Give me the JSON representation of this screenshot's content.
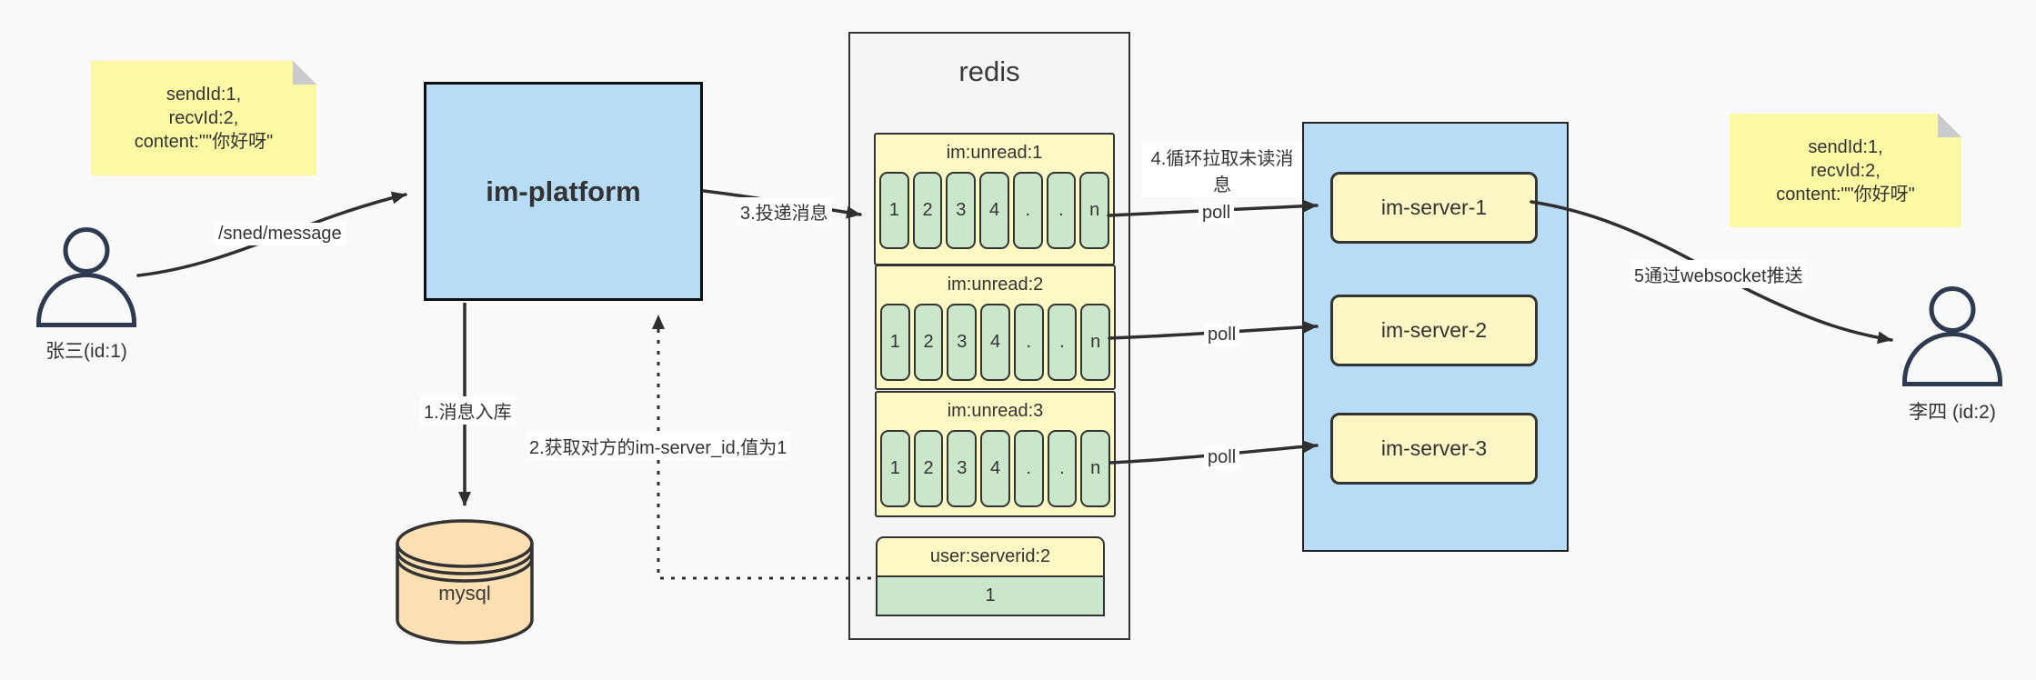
{
  "colors": {
    "canvas_bg": "#f9f9f9",
    "sticky_yellow": "#fcf9a5",
    "pale_yellow": "#fdf9c5",
    "cell_green": "#cbe7cb",
    "box_blue": "#b9dcf6",
    "db_peach": "#fcdfb2",
    "line": "#2f2f2f",
    "actor": "#2e3a50"
  },
  "sticky_left": {
    "text": "sendId:1,\nrecvId:2,\ncontent:\"\"你好呀\""
  },
  "sticky_right": {
    "text": "sendId:1,\nrecvId:2,\ncontent:\"\"你好呀\""
  },
  "actors": {
    "sender": {
      "label": "张三(id:1)"
    },
    "receiver": {
      "label": "李四 (id:2)"
    }
  },
  "platform": {
    "label": "im-platform"
  },
  "db": {
    "label": "mysql"
  },
  "redis": {
    "title": "redis",
    "queues": [
      {
        "header": "im:unread:1",
        "cells": [
          "1",
          "2",
          "3",
          "4",
          ".",
          ".",
          "n"
        ]
      },
      {
        "header": "im:unread:2",
        "cells": [
          "1",
          "2",
          "3",
          "4",
          ".",
          ".",
          "n"
        ]
      },
      {
        "header": "im:unread:3",
        "cells": [
          "1",
          "2",
          "3",
          "4",
          ".",
          ".",
          "n"
        ]
      }
    ],
    "kv": {
      "header": "user:serverid:2",
      "value": "1"
    }
  },
  "cluster": {
    "servers": [
      {
        "label": "im-server-1"
      },
      {
        "label": "im-server-2"
      },
      {
        "label": "im-server-3"
      }
    ]
  },
  "edges": {
    "send": "/sned/message",
    "step1": "1.消息入库",
    "step2": "2.获取对方的im-server_id,值为1",
    "step3": "3.投递消息",
    "step4": "4.循环拉取未读消\n息",
    "poll": "poll",
    "step5": "5通过websocket推送"
  }
}
